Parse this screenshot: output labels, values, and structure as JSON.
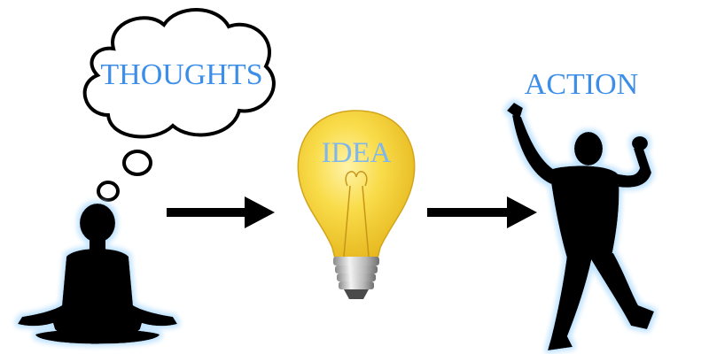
{
  "labels": {
    "thoughts": "THOUGHTS",
    "idea": "IDEA",
    "action": "ACTION"
  },
  "icons": {
    "meditator": "meditating-person-silhouette-icon",
    "thought_bubble": "thought-cloud-icon",
    "bulb": "light-bulb-icon",
    "runner": "celebrating-person-silhouette-icon",
    "arrow": "right-arrow-icon"
  },
  "colors": {
    "label_text": "#3d8ee8",
    "idea_text": "#7fb6ee",
    "bulb_glass": "#f7d33c",
    "silhouette": "#000000",
    "glow": "#bfe3ff",
    "arrow": "#000000"
  }
}
